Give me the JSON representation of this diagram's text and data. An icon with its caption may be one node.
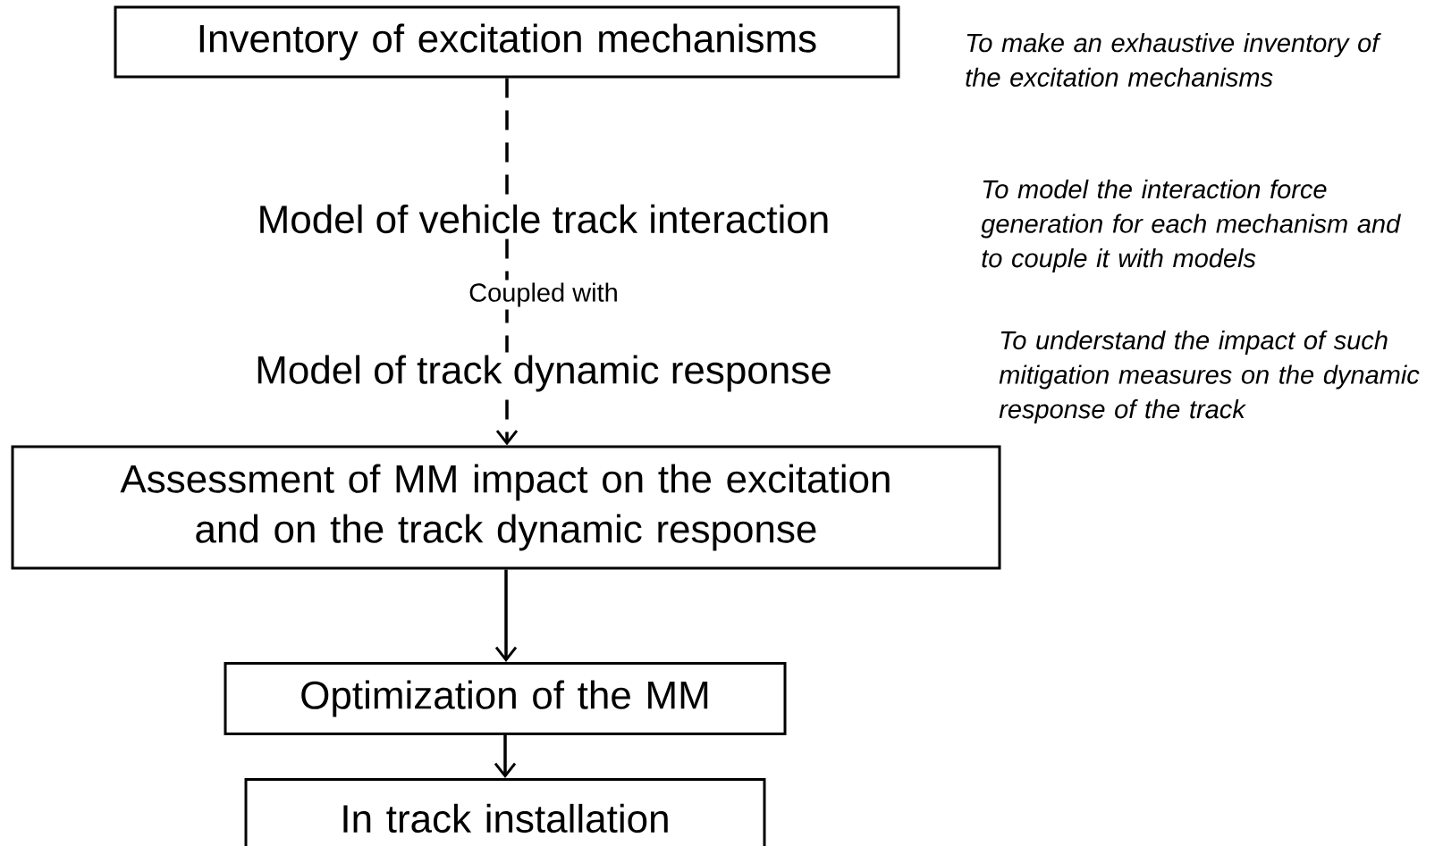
{
  "diagram": {
    "nodes": [
      {
        "text": [
          "Inventory of excitation mechanisms"
        ]
      },
      {
        "text": [
          "Assessment of MM impact on the excitation and on the track dynamic response"
        ]
      },
      {
        "text": [
          "Optimization of the MM"
        ]
      },
      {
        "text": [
          "In track installation"
        ]
      }
    ],
    "edges": [
      {
        "from": 0,
        "to": 1,
        "arrow": "to",
        "style": "dashed"
      },
      {
        "from": 1,
        "to": 2,
        "arrow": "to"
      },
      {
        "from": 2,
        "to": 3,
        "arrow": "to"
      }
    ],
    "labels": [
      "To make an exhaustive inventory of the excitation mechanisms",
      "Model of vehicle track interaction",
      "To model the interaction force generation for each mechanism and to couple it with models",
      "Coupled with",
      "Model of track dynamic response",
      "To understand the impact of such mitigation measures on the dynamic response of the track"
    ]
  }
}
